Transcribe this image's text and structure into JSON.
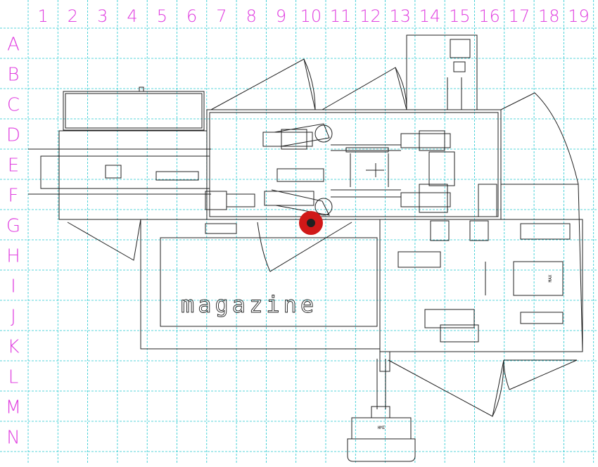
{
  "grid": {
    "columns": [
      "1",
      "2",
      "3",
      "4",
      "5",
      "6",
      "7",
      "8",
      "9",
      "10",
      "11",
      "12",
      "13",
      "14",
      "15",
      "16",
      "17",
      "18",
      "19"
    ],
    "rows": [
      "A",
      "B",
      "C",
      "D",
      "E",
      "F",
      "G",
      "H",
      "I",
      "J",
      "K",
      "L",
      "M",
      "N"
    ]
  },
  "labels": {
    "magazine": "magazine",
    "hmi": "HMI",
    "right_label": "MAX"
  },
  "colors": {
    "grid_line": "#22c7cf",
    "grid_label": "#e040e0",
    "drawing": "#202020",
    "marker_fill": "#d01818",
    "marker_core": "#202020"
  },
  "marker": {
    "column": "10",
    "row": "G",
    "icon": "location-marker-icon"
  }
}
